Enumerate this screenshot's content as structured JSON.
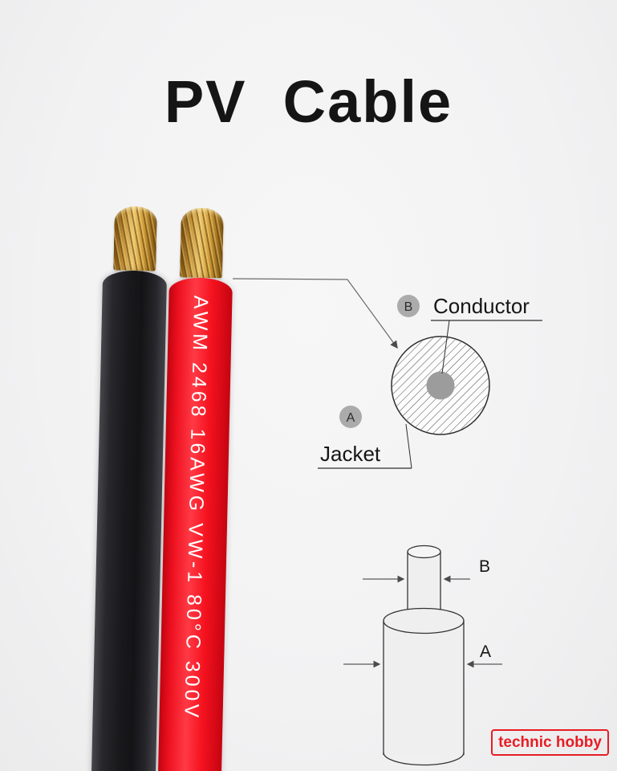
{
  "page": {
    "title": "PV  Cable",
    "background": "#f2f2f3"
  },
  "cable": {
    "print_text": "AWM 2468 16AWG VW-1 80°C 300V",
    "red_jacket_color": "#f5121f",
    "black_jacket_color": "#19191c",
    "copper_color": "#cf9d3a"
  },
  "cross_section": {
    "badge_b": "B",
    "badge_a": "A",
    "conductor_label": "Conductor",
    "jacket_label": "Jacket",
    "badge_color": "#ababab",
    "conductor_core_color": "#9c9c9c"
  },
  "dimensions": {
    "label_b": "B",
    "label_a": "A"
  },
  "watermark": {
    "text": "technic hobby",
    "color": "#e81c24"
  }
}
